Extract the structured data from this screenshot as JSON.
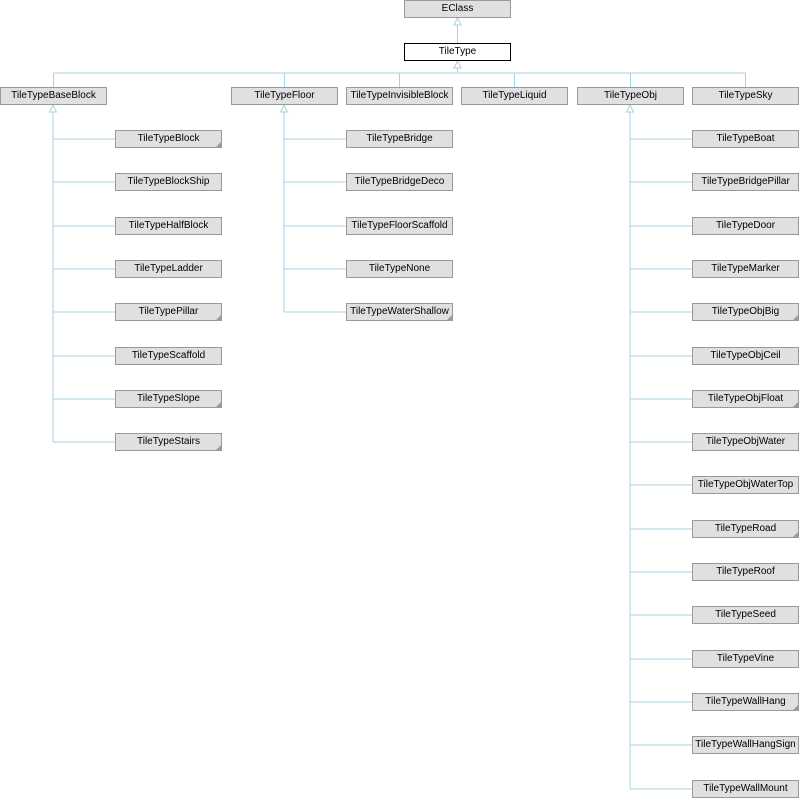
{
  "diagram": {
    "nodes": [
      {
        "id": "eclass",
        "label": "EClass",
        "parent": null,
        "more": false,
        "current": false
      },
      {
        "id": "tiletype",
        "label": "TileType",
        "parent": "eclass",
        "more": false,
        "current": true
      },
      {
        "id": "basebl",
        "label": "TileTypeBaseBlock",
        "parent": "tiletype",
        "more": false,
        "current": false
      },
      {
        "id": "floor",
        "label": "TileTypeFloor",
        "parent": "tiletype",
        "more": false,
        "current": false
      },
      {
        "id": "invis",
        "label": "TileTypeInvisibleBlock",
        "parent": "tiletype",
        "more": false,
        "current": false
      },
      {
        "id": "liquid",
        "label": "TileTypeLiquid",
        "parent": "tiletype",
        "more": false,
        "current": false
      },
      {
        "id": "obj",
        "label": "TileTypeObj",
        "parent": "tiletype",
        "more": false,
        "current": false
      },
      {
        "id": "sky",
        "label": "TileTypeSky",
        "parent": "tiletype",
        "more": false,
        "current": false
      },
      {
        "id": "block",
        "label": "TileTypeBlock",
        "parent": "basebl",
        "more": true,
        "current": false
      },
      {
        "id": "blockship",
        "label": "TileTypeBlockShip",
        "parent": "basebl",
        "more": false,
        "current": false
      },
      {
        "id": "halfblock",
        "label": "TileTypeHalfBlock",
        "parent": "basebl",
        "more": false,
        "current": false
      },
      {
        "id": "ladder",
        "label": "TileTypeLadder",
        "parent": "basebl",
        "more": false,
        "current": false
      },
      {
        "id": "pillar",
        "label": "TileTypePillar",
        "parent": "basebl",
        "more": true,
        "current": false
      },
      {
        "id": "scaffold",
        "label": "TileTypeScaffold",
        "parent": "basebl",
        "more": false,
        "current": false
      },
      {
        "id": "slope",
        "label": "TileTypeSlope",
        "parent": "basebl",
        "more": true,
        "current": false
      },
      {
        "id": "stairs",
        "label": "TileTypeStairs",
        "parent": "basebl",
        "more": true,
        "current": false
      },
      {
        "id": "bridge",
        "label": "TileTypeBridge",
        "parent": "floor",
        "more": false,
        "current": false
      },
      {
        "id": "bridgedeco",
        "label": "TileTypeBridgeDeco",
        "parent": "floor",
        "more": false,
        "current": false
      },
      {
        "id": "floorscaf",
        "label": "TileTypeFloorScaffold",
        "parent": "floor",
        "more": false,
        "current": false
      },
      {
        "id": "none",
        "label": "TileTypeNone",
        "parent": "floor",
        "more": false,
        "current": false
      },
      {
        "id": "watershallow",
        "label": "TileTypeWaterShallow",
        "parent": "floor",
        "more": true,
        "current": false
      },
      {
        "id": "boat",
        "label": "TileTypeBoat",
        "parent": "obj",
        "more": false,
        "current": false
      },
      {
        "id": "bridgepillar",
        "label": "TileTypeBridgePillar",
        "parent": "obj",
        "more": false,
        "current": false
      },
      {
        "id": "door",
        "label": "TileTypeDoor",
        "parent": "obj",
        "more": false,
        "current": false
      },
      {
        "id": "marker",
        "label": "TileTypeMarker",
        "parent": "obj",
        "more": false,
        "current": false
      },
      {
        "id": "objbig",
        "label": "TileTypeObjBig",
        "parent": "obj",
        "more": true,
        "current": false
      },
      {
        "id": "objceil",
        "label": "TileTypeObjCeil",
        "parent": "obj",
        "more": false,
        "current": false
      },
      {
        "id": "objfloat",
        "label": "TileTypeObjFloat",
        "parent": "obj",
        "more": true,
        "current": false
      },
      {
        "id": "objwater",
        "label": "TileTypeObjWater",
        "parent": "obj",
        "more": false,
        "current": false
      },
      {
        "id": "objwatertop",
        "label": "TileTypeObjWaterTop",
        "parent": "obj",
        "more": false,
        "current": false
      },
      {
        "id": "road",
        "label": "TileTypeRoad",
        "parent": "obj",
        "more": true,
        "current": false
      },
      {
        "id": "roof",
        "label": "TileTypeRoof",
        "parent": "obj",
        "more": false,
        "current": false
      },
      {
        "id": "seed",
        "label": "TileTypeSeed",
        "parent": "obj",
        "more": false,
        "current": false
      },
      {
        "id": "vine",
        "label": "TileTypeVine",
        "parent": "obj",
        "more": false,
        "current": false
      },
      {
        "id": "wallhang",
        "label": "TileTypeWallHang",
        "parent": "obj",
        "more": true,
        "current": false
      },
      {
        "id": "wallhangsign",
        "label": "TileTypeWallHangSign",
        "parent": "obj",
        "more": false,
        "current": false
      },
      {
        "id": "wallmount",
        "label": "TileTypeWallMount",
        "parent": "obj",
        "more": false,
        "current": false
      }
    ],
    "colors": {
      "edge": "#a9d0e6",
      "node_fill": "#e0e0e0",
      "node_border": "#999999"
    }
  }
}
